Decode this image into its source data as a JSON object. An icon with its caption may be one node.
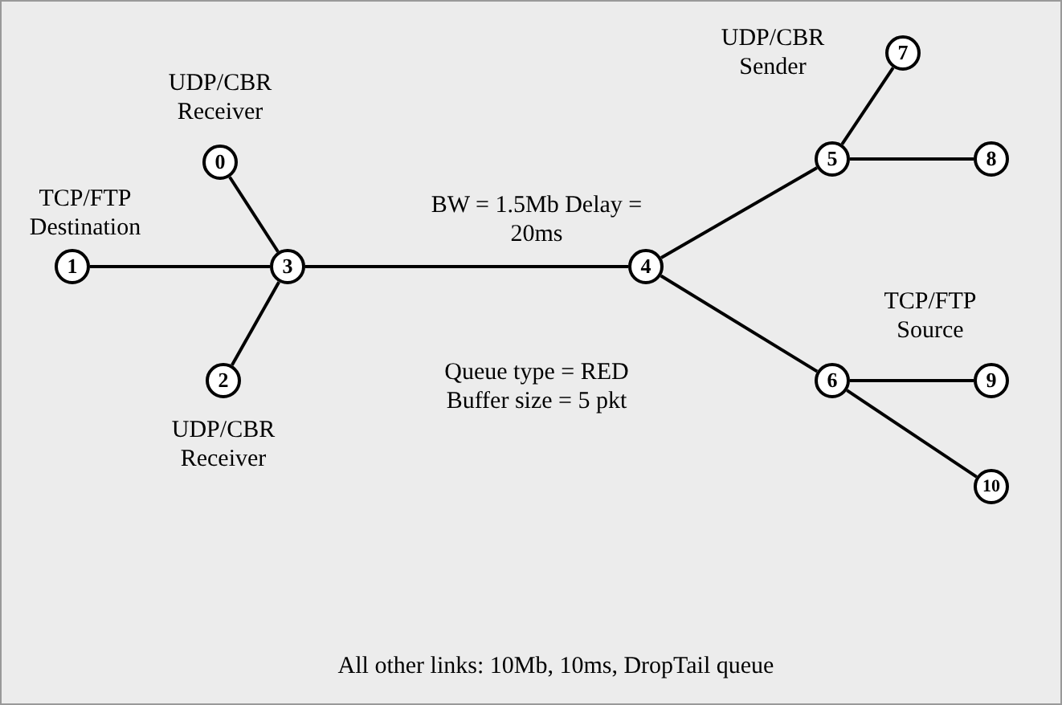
{
  "diagram": {
    "nodes": [
      {
        "text": [
          "0"
        ],
        "beside": [
          "UDP/CBR Receiver"
        ]
      },
      {
        "text": [
          "1"
        ],
        "beside": [
          "TCP/FTP Destination"
        ]
      },
      {
        "text": [
          "2"
        ],
        "beside": [
          "UDP/CBR Receiver"
        ]
      },
      {
        "text": [
          "3"
        ]
      },
      {
        "text": [
          "4"
        ]
      },
      {
        "text": [
          "5"
        ]
      },
      {
        "text": [
          "6"
        ]
      },
      {
        "text": [
          "7"
        ],
        "beside": [
          "UDP/CBR Sender"
        ]
      },
      {
        "text": [
          "8"
        ]
      },
      {
        "text": [
          "9"
        ],
        "beside": [
          "TCP/FTP Source"
        ]
      },
      {
        "text": [
          "10"
        ]
      }
    ],
    "edges": [
      {
        "from": 0,
        "to": 3,
        "arrow": "none"
      },
      {
        "from": 1,
        "to": 3,
        "arrow": "none"
      },
      {
        "from": 2,
        "to": 3,
        "arrow": "none"
      },
      {
        "from": 3,
        "to": 4,
        "arrow": "none"
      },
      {
        "from": 4,
        "to": 5,
        "arrow": "none"
      },
      {
        "from": 4,
        "to": 6,
        "arrow": "none"
      },
      {
        "from": 5,
        "to": 7,
        "arrow": "none"
      },
      {
        "from": 5,
        "to": 8,
        "arrow": "none"
      },
      {
        "from": 6,
        "to": 9,
        "arrow": "none"
      },
      {
        "from": 6,
        "to": 10,
        "arrow": "none"
      }
    ],
    "labels": [
      "BW = 1.5Mb Delay = 20ms",
      "Queue type = RED Buffer size = 5 pkt",
      "All other links: 10Mb, 10ms, DropTail queue"
    ]
  }
}
